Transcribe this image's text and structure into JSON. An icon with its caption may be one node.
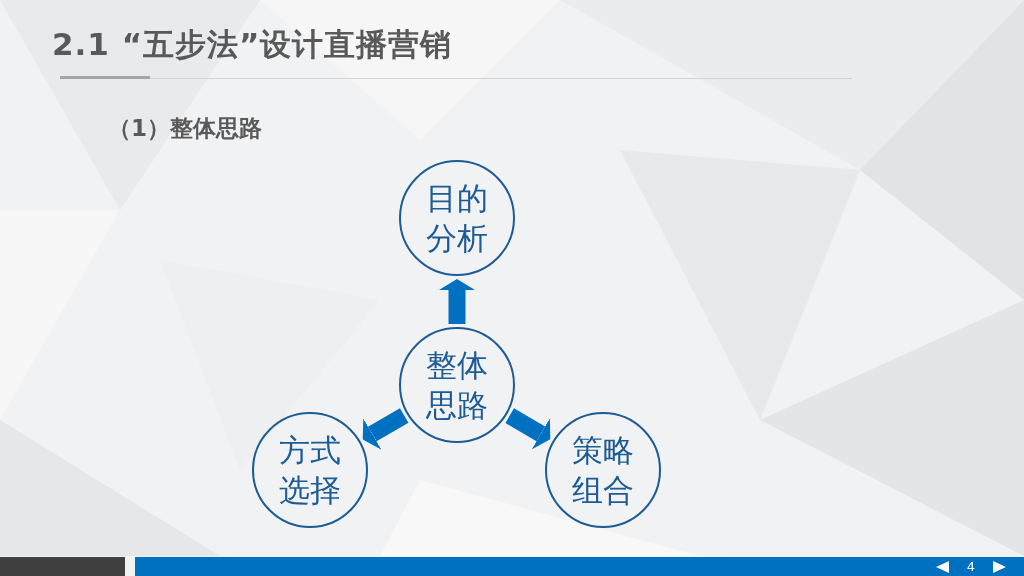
{
  "diagram": {
    "title": "2.1 “五步法”设计直播营销",
    "nodes": [
      {
        "text": [
          "目的分析"
        ]
      },
      {
        "text": [
          "整体思路"
        ]
      },
      {
        "text": [
          "方式选择"
        ]
      },
      {
        "text": [
          "策略组合"
        ]
      }
    ],
    "edges": [
      {
        "from": 1,
        "to": 0,
        "arrow": "to"
      },
      {
        "from": 1,
        "to": 2,
        "arrow": "to"
      },
      {
        "from": 1,
        "to": 3,
        "arrow": "to"
      }
    ],
    "labels": [
      "（1）整体思路",
      "4"
    ]
  }
}
